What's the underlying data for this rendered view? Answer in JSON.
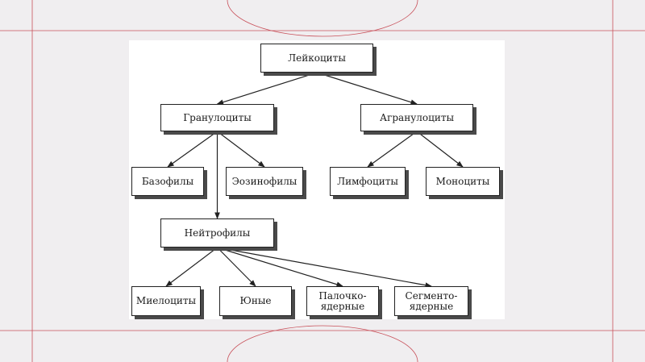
{
  "colors": {
    "background": "#f0eef0",
    "guide_line": "#c8505a",
    "box_border": "#222222",
    "box_shadow": "#4a4a4a",
    "arrow": "#222222"
  },
  "diagram": {
    "nodes": {
      "leukocytes": "Лейкоциты",
      "granulocytes": "Гранулоциты",
      "agranulocytes": "Агранулоциты",
      "basophils": "Базофилы",
      "eosinophils": "Эозинофилы",
      "lymphocytes": "Лимфоциты",
      "monocytes": "Моноциты",
      "neutrophils": "Нейтрофилы",
      "myelocytes": "Миелоциты",
      "juvenile": "Юные",
      "band": "Палочко-\nядерные",
      "segmented": "Сегменто-\nядерные"
    },
    "edges": [
      [
        "leukocytes",
        "granulocytes"
      ],
      [
        "leukocytes",
        "agranulocytes"
      ],
      [
        "granulocytes",
        "basophils"
      ],
      [
        "granulocytes",
        "eosinophils"
      ],
      [
        "granulocytes",
        "neutrophils"
      ],
      [
        "agranulocytes",
        "lymphocytes"
      ],
      [
        "agranulocytes",
        "monocytes"
      ],
      [
        "neutrophils",
        "myelocytes"
      ],
      [
        "neutrophils",
        "juvenile"
      ],
      [
        "neutrophils",
        "band"
      ],
      [
        "neutrophils",
        "segmented"
      ]
    ]
  }
}
